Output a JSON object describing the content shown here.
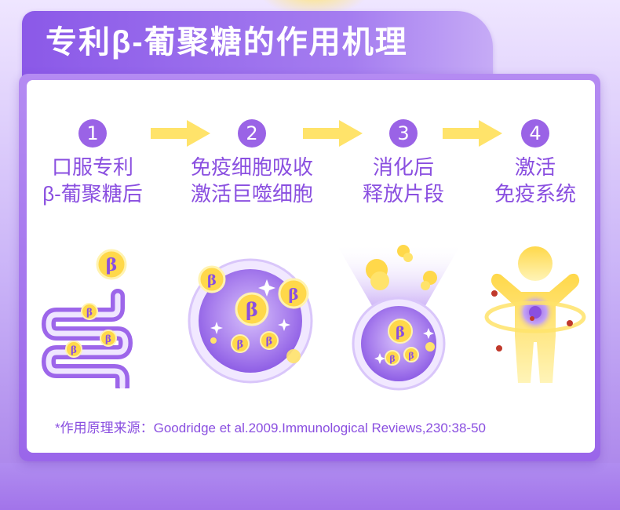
{
  "title": "专利β-葡聚糖的作用机理",
  "steps": [
    {
      "number": "1",
      "line1": "口服专利",
      "line2": "β-葡聚糖后"
    },
    {
      "number": "2",
      "line1": "免疫细胞吸收",
      "line2": "激活巨噬细胞"
    },
    {
      "number": "3",
      "line1": "消化后",
      "line2": "释放片段"
    },
    {
      "number": "4",
      "line1": "激活",
      "line2": "免疫系统"
    }
  ],
  "beta_symbol": "β",
  "footnote": "*作用原理来源：Goodridge et al.2009.Immunological Reviews,230:38-50",
  "colors": {
    "accent_purple": "#8a4fe0",
    "step_circle": "#9a63e6",
    "arrow_yellow": "#ffe36a",
    "ball_yellow": "#ffd84a"
  },
  "icons": [
    "arrow-right-icon",
    "intestine-icon",
    "macrophage-cell-icon",
    "cell-release-icon",
    "human-figure-icon"
  ]
}
